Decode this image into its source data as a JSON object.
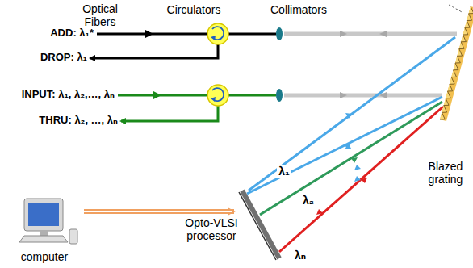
{
  "diagram": {
    "labels": [
      "Optical Fibers",
      "Circulators",
      "Collimators",
      "ADD: λ₁*",
      "DROP: λ₁",
      "INPUT: λ₁, λ₂,…, λₙ",
      "THRU: λ₂, …, λₙ",
      "Blazed grating",
      "Opto-VLSI processor",
      "computer",
      "λ₁",
      "λ₂",
      "λₙ"
    ]
  }
}
